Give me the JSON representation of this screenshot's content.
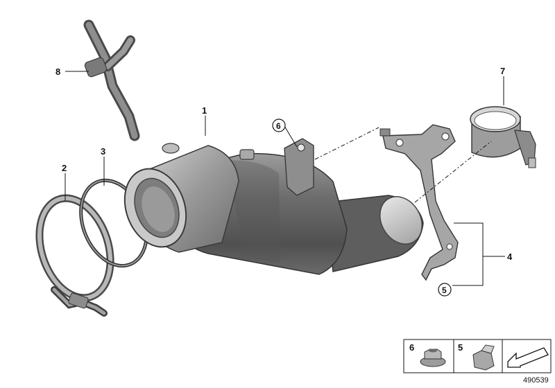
{
  "callouts": {
    "c1": "1",
    "c2": "2",
    "c3": "3",
    "c4": "4",
    "c5": "5",
    "c6": "6",
    "c7": "7",
    "c8": "8"
  },
  "legend": {
    "item6": "6",
    "item5": "5"
  },
  "reference_number": "490539"
}
